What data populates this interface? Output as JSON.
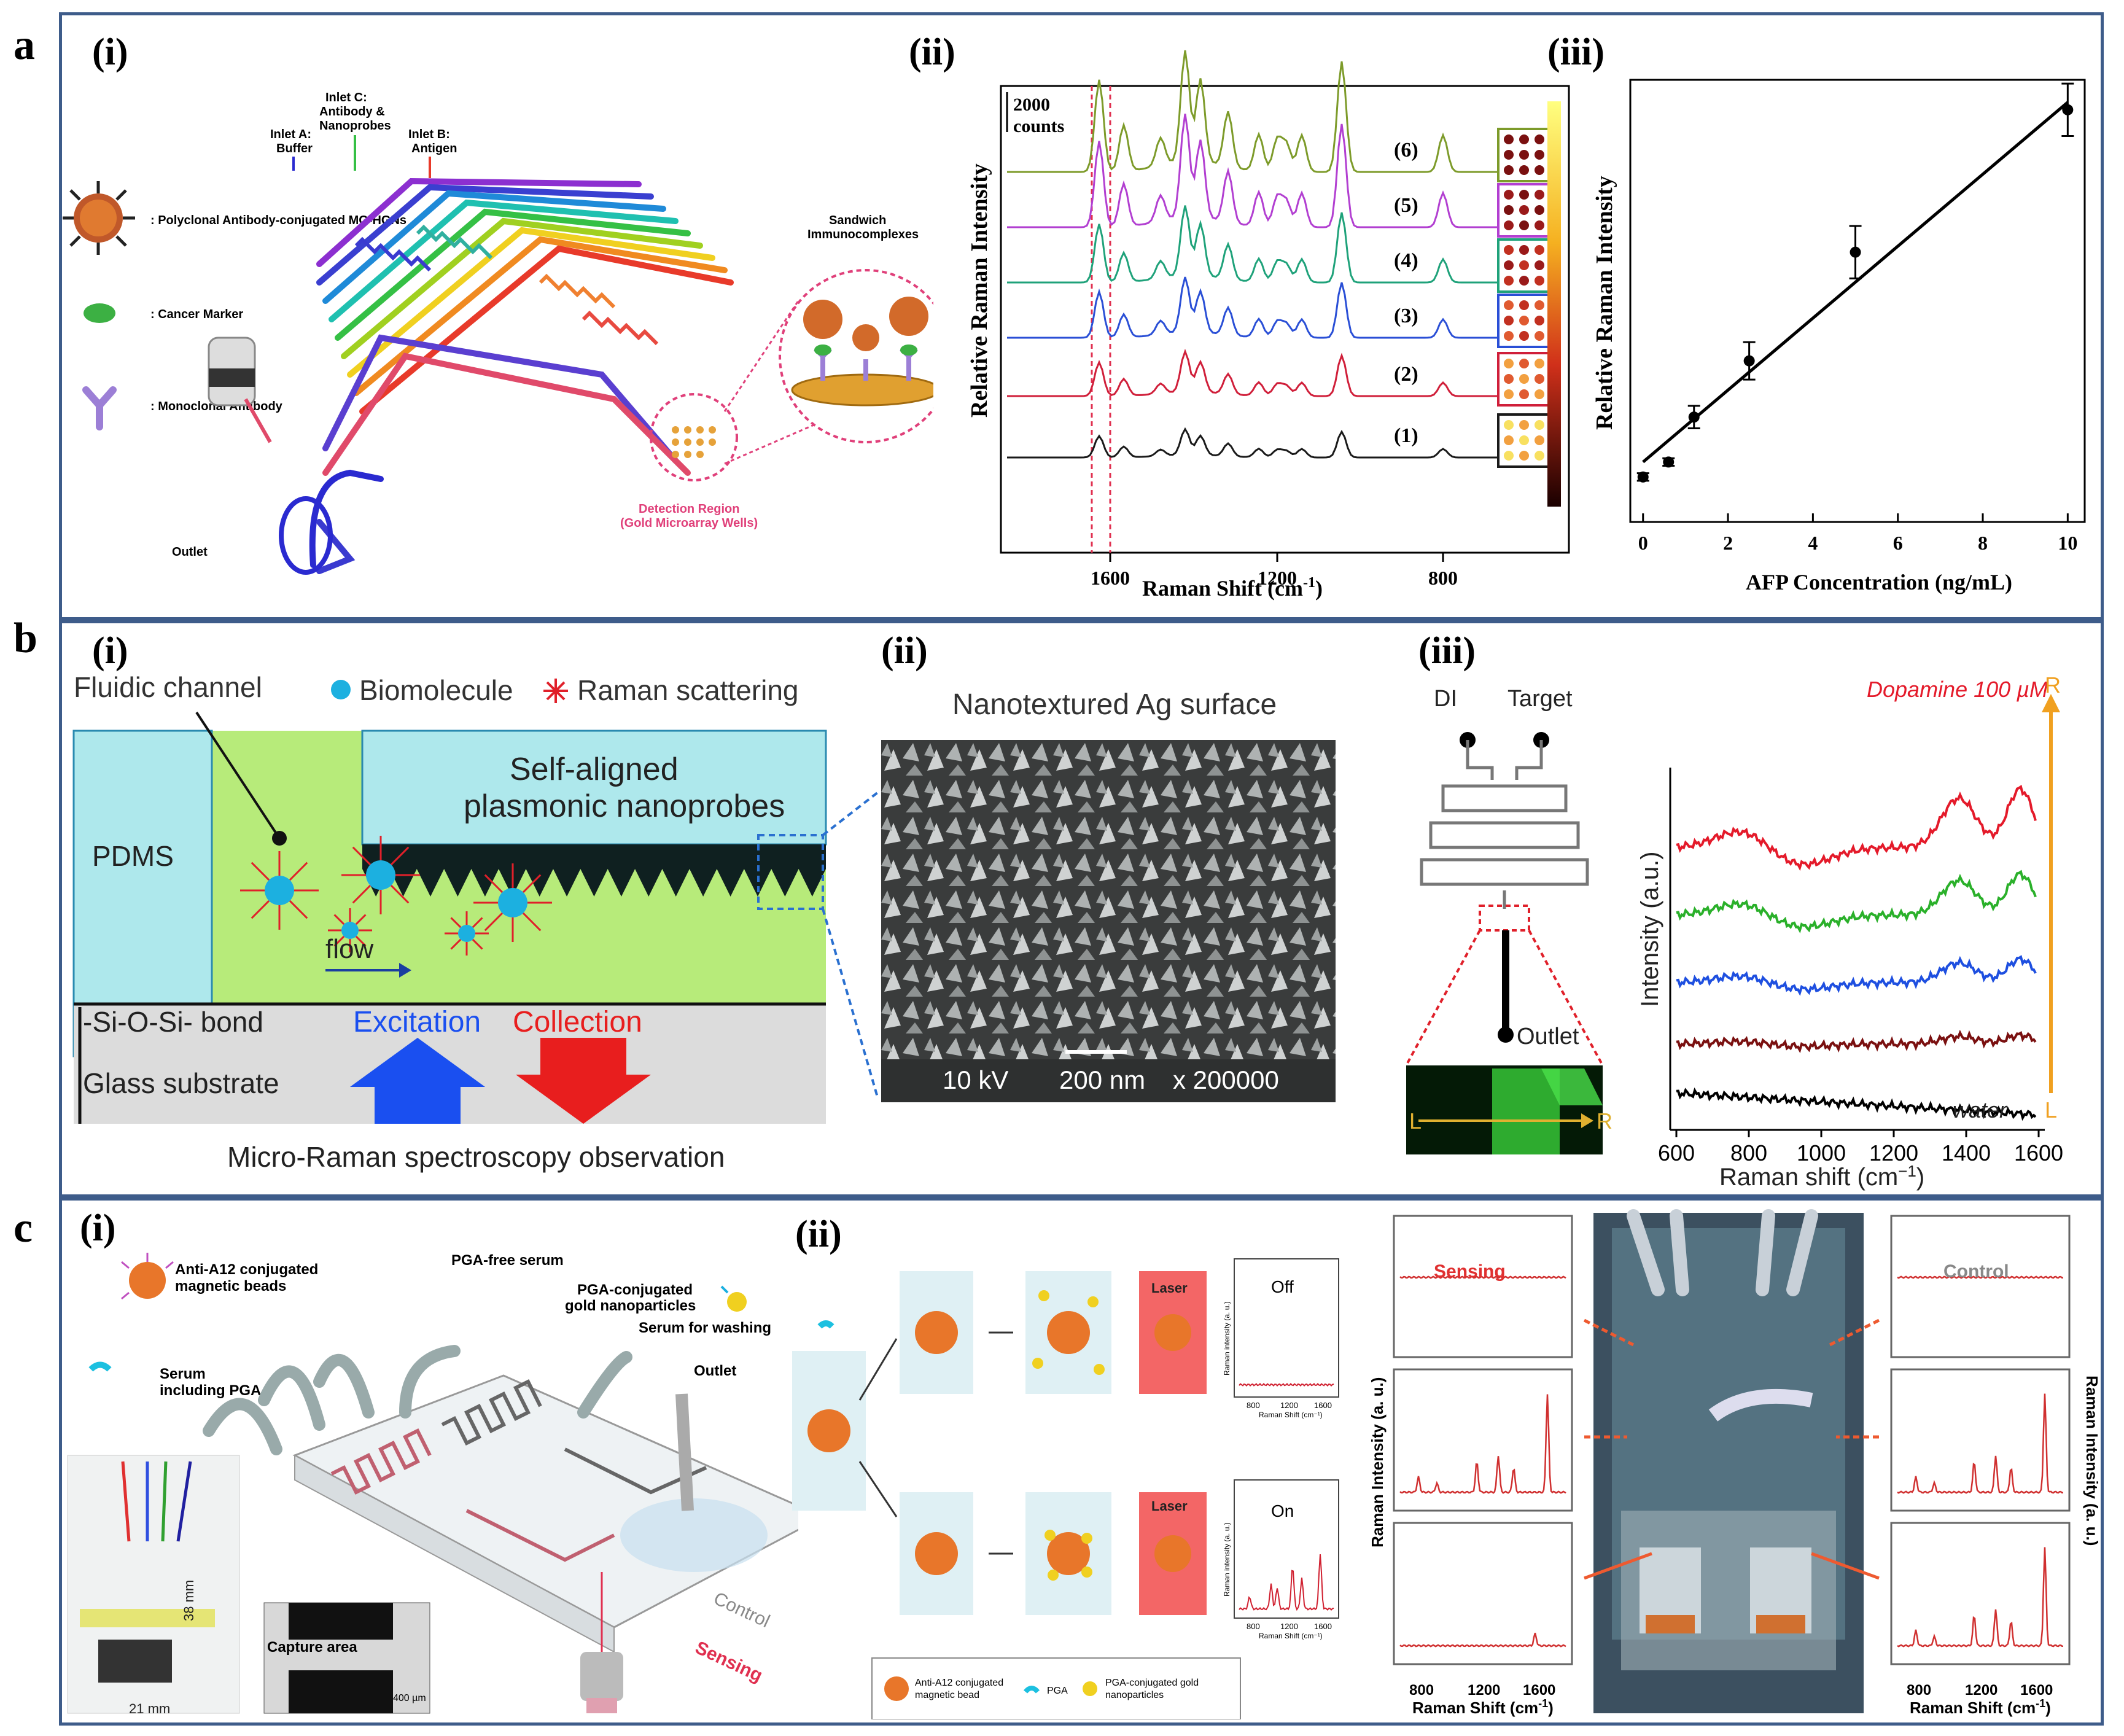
{
  "row_labels": [
    "a",
    "b",
    "c"
  ],
  "panel_labels": {
    "i": "(i)",
    "ii": "(ii)",
    "iii": "(iii)"
  },
  "a": {
    "legend": [
      {
        "icon": "nanoparticle-icon",
        "text": ": Polyclonal Antibody-conjugated MG-HGNs"
      },
      {
        "icon": "cancer-marker-icon",
        "text": ": Cancer Marker"
      },
      {
        "icon": "antibody-icon",
        "text": ": Monoclonal Antibody"
      }
    ],
    "inlet_a": [
      "Inlet A:",
      "Buffer"
    ],
    "inlet_c": [
      "Inlet C:",
      "Antibody &",
      "Nanoprobes"
    ],
    "inlet_b": [
      "Inlet B:",
      "Antigen"
    ],
    "sandwich": [
      "Sandwich",
      "Immunocomplexes"
    ],
    "detection": [
      "Detection Region",
      "(Gold Microarray Wells)"
    ],
    "outlet": "Outlet",
    "spectra": {
      "ylabel": "Relative Raman Intensity",
      "xlabel": "Raman Shift (cm",
      "xlabel_sup": "-1",
      "xlabel_end": ")",
      "scale_bar": [
        "2000",
        "counts"
      ],
      "xticks": [
        "1600",
        "1200",
        "800"
      ],
      "traces": [
        {
          "label": "(6)",
          "color": "#7d9b2a"
        },
        {
          "label": "(5)",
          "color": "#b23fd1"
        },
        {
          "label": "(4)",
          "color": "#1fa27a"
        },
        {
          "label": "(3)",
          "color": "#2a4fd6"
        },
        {
          "label": "(2)",
          "color": "#d01f3a"
        },
        {
          "label": "(1)",
          "color": "#1a1a1a"
        }
      ]
    }
  },
  "chart_data": {
    "type": "scatter",
    "title": "",
    "xlabel": "AFP Concentration (ng/mL)",
    "ylabel": "Relative Raman Intensity",
    "xlim": [
      -0.3,
      10.4
    ],
    "x_ticks": [
      0,
      2,
      4,
      6,
      8,
      10
    ],
    "x": [
      0,
      0.6,
      1.2,
      2.5,
      5,
      10
    ],
    "y": [
      0.02,
      0.06,
      0.18,
      0.33,
      0.62,
      1.0
    ],
    "y_err": [
      0.01,
      0.01,
      0.03,
      0.05,
      0.07,
      0.07
    ],
    "fit_line": {
      "x": [
        0,
        10
      ],
      "y": [
        0.06,
        1.02
      ]
    },
    "ylim": [
      -0.1,
      1.08
    ]
  },
  "b": {
    "fluidic_channel": "Fluidic channel",
    "biomolecule": "Biomolecule",
    "raman_scattering": "Raman scattering",
    "pdms": "PDMS",
    "nanoprobes": [
      "Self-aligned",
      "plasmonic nanoprobes"
    ],
    "flow": "flow",
    "bond": "-Si-O-Si- bond",
    "glass": "Glass substrate",
    "excitation": "Excitation",
    "collection": "Collection",
    "micro_raman": "Micro-Raman spectroscopy observation",
    "sem_title": "Nanotextured Ag surface",
    "sem_kv": "10 kV",
    "sem_scale": "200 nm",
    "sem_mag": "x 200000",
    "di": "DI",
    "target": "Target",
    "outlet": "Outlet",
    "lr_left": "L",
    "lr_right": "R",
    "spec_ylabel": "Intensity (a.u.)",
    "spec_xlabel": "Raman shift (cm",
    "spec_xlabel_sup": "−1",
    "spec_xlabel_end": ")",
    "spec_xticks": [
      "600",
      "800",
      "1000",
      "1200",
      "1400",
      "1600"
    ],
    "dopamine": "Dopamine 100 µM",
    "water": "water",
    "axis_r": "R",
    "axis_l": "L"
  },
  "c": {
    "anti_beads": [
      "Anti-A12 conjugated",
      "magnetic beads"
    ],
    "pga_free": "PGA-free serum",
    "pga_gold": [
      "PGA-conjugated",
      "gold nanoparticles"
    ],
    "serum_washing": "Serum for washing",
    "serum_pga": [
      "Serum",
      "including PGA"
    ],
    "outlet": "Outlet",
    "capture": "Capture area",
    "scale_400": "400 µm",
    "dim_38": "38 mm",
    "dim_21": "21 mm",
    "control": "Control",
    "sensing": "Sensing",
    "laser": "Laser",
    "off": "Off",
    "on": "On",
    "mini_ylabel": "Raman intensity (a. u.)",
    "mini_xlabel": "Raman Shift (cm⁻¹)",
    "mini_xticks": [
      "800",
      "1200",
      "1600"
    ],
    "leg_beads": [
      "Anti-A12 conjugated",
      "magnetic bead"
    ],
    "leg_pga": "PGA",
    "leg_gold": [
      "PGA-conjugated gold",
      "nanoparticles"
    ],
    "iii_sensing": "Sensing",
    "iii_control": "Control",
    "iii_ylabel": "Raman Intensity (a. u.)",
    "iii_xlabel": "Raman Shift (cm",
    "iii_xlabel_sup": "-1",
    "iii_xlabel_end": ")",
    "iii_xticks": [
      "800",
      "1200",
      "1600"
    ]
  },
  "colors": {
    "frame": "#3e5c8a",
    "pdms": "#aee8ec",
    "fluid": "#b7eb7a",
    "glass": "#dcdcdc",
    "excitation": "#1a4ff0",
    "collection": "#e81e1e",
    "dopamine": "#e41a2a"
  }
}
